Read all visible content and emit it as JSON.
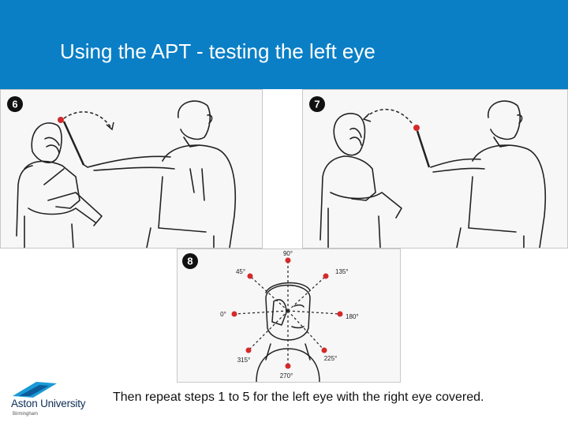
{
  "slide": {
    "title": "Using the APT - testing the left eye",
    "caption": "Then repeat steps 1 to 5 for the left eye with the right eye covered."
  },
  "panels": [
    {
      "step": "6"
    },
    {
      "step": "7"
    },
    {
      "step": "8"
    }
  ],
  "angles": [
    "90°",
    "45°",
    "135°",
    "0°",
    "180°",
    "315°",
    "225°",
    "270°"
  ],
  "logo": {
    "name": "Aston University",
    "subtitle": "Birmingham"
  },
  "colors": {
    "header": "#0a7fc6",
    "target_dot": "#d42a2a",
    "logo_navy": "#0d2d56",
    "logo_accent": "#1a9ad6"
  }
}
